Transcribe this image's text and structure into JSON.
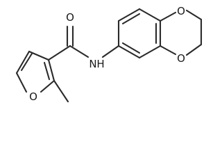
{
  "molecule": {
    "atoms": [
      {
        "id": "O_furan",
        "label": "O"
      },
      {
        "id": "O_carbonyl",
        "label": "O"
      },
      {
        "id": "N_amide",
        "label": "N",
        "h": "H"
      },
      {
        "id": "O_dioxane_top",
        "label": "O"
      },
      {
        "id": "O_dioxane_bottom",
        "label": "O"
      }
    ]
  },
  "colors": {
    "bond": "#2a2a2a",
    "text": "#1a1a1a",
    "background": "#ffffff"
  }
}
